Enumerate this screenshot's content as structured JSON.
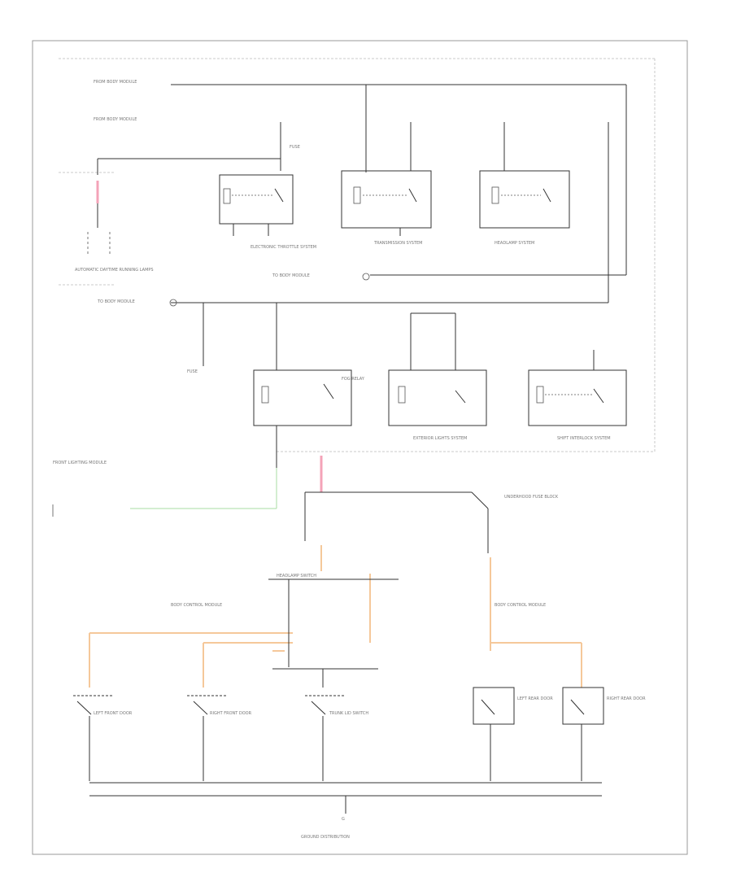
{
  "colors": {
    "wire": "#333333",
    "orange_wire": "#f5c89a",
    "green_wire": "#a9dca3",
    "pink_wire": "#f4a3b8",
    "border": "#bbbbbb"
  },
  "labels": {
    "top_left_1": "FROM BODY MODULE",
    "top_left_2": "FROM BODY MODULE",
    "fuse_upper": "FUSE",
    "relay1_caption": "ELECTRONIC THROTTLE SYSTEM",
    "relay2_caption": "TRANSMISSION SYSTEM",
    "relay3_caption": "HEADLAMP SYSTEM",
    "left_connector_caption": "AUTOMATIC DAYTIME RUNNING LAMPS",
    "mid_note": "TO BODY MODULE",
    "left_mid_note": "TO BODY MODULE",
    "relay4_caption": "FOG RELAY",
    "relay5_caption": "EXTERIOR LIGHTS SYSTEM",
    "relay6_caption": "SHIFT INTERLOCK SYSTEM",
    "fuse_block_left_caption": "FUSE",
    "left_lower_note": "FRONT LIGHTING MODULE",
    "right_lower_note": "UNDERHOOD FUSE BLOCK",
    "center_module": "HEADLAMP SWITCH",
    "center_note": "BODY CONTROL MODULE",
    "right_note": "BODY CONTROL MODULE",
    "sw1_caption": "LEFT FRONT DOOR",
    "sw2_caption": "RIGHT FRONT DOOR",
    "sw3_caption": "TRUNK LID SWITCH",
    "sw4_caption": "LEFT REAR DOOR",
    "sw5_caption": "RIGHT REAR DOOR",
    "ground_label": "G",
    "bottom_caption": "GROUND DISTRIBUTION",
    "footer_id": ""
  }
}
